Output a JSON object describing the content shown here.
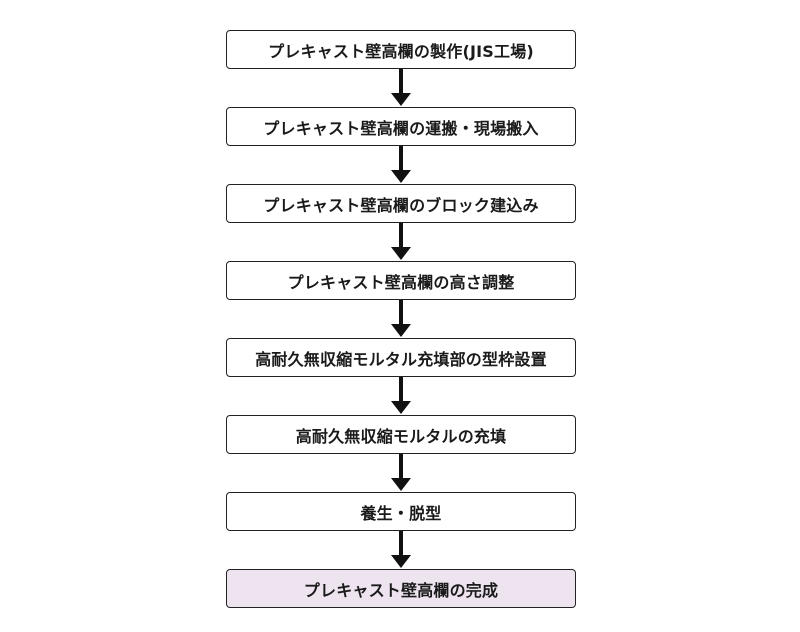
{
  "steps": [
    "プレキャスト壁高欄の製作(JIS工場)",
    "プレキャスト壁高欄の運搬・現場搬入",
    "プレキャスト壁高欄のブロック建込み",
    "プレキャスト壁高欄の高さ調整",
    "高耐久無収縮モルタル充填部の型枠設置",
    "高耐久無収縮モルタルの充填",
    "養生・脱型",
    "プレキャスト壁高欄の完成"
  ],
  "colors": {
    "box_border": "#222222",
    "box_fill": "#ffffff",
    "final_box_fill": "#ede4f0",
    "arrow": "#111111"
  }
}
